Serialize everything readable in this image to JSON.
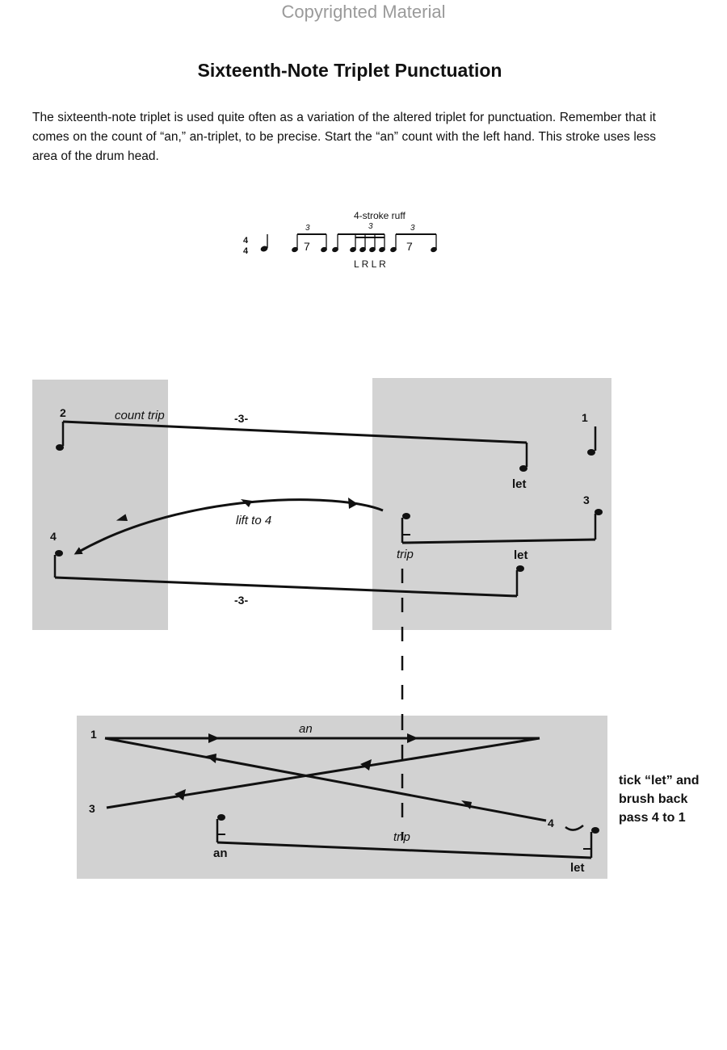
{
  "watermark": "Copyrighted Material",
  "title": "Sixteenth-Note Triplet Punctuation",
  "intro": "The sixteenth-note triplet is used quite often as a variation of the altered triplet for punctuation. Remember that it comes on the count of “an,” an-triplet, to be precise. Start the “an” count with the left hand. This stroke uses less area of the drum head.",
  "notation": {
    "ruff_label": "4-stroke ruff",
    "triplet_marks": [
      "3",
      "3",
      "3"
    ],
    "sticking": "L R L R",
    "time_sig_top": "4",
    "time_sig_bottom": "4"
  },
  "upper_diagram": {
    "count_2": "2",
    "count_trip": "count trip",
    "triplet_top": "-3-",
    "count_1": "1",
    "let_1": "let",
    "count_3": "3",
    "lift": "lift to 4",
    "count_4": "4",
    "trip": "trip",
    "let_2": "let",
    "triplet_bottom": "-3-"
  },
  "lower_diagram": {
    "count_1": "1",
    "an_top": "an",
    "count_3": "3",
    "count_4": "4",
    "an_left": "an",
    "trip": "trip",
    "let": "let"
  },
  "side_note": [
    "tick “let” and",
    "brush back",
    "pass 4 to 1"
  ]
}
